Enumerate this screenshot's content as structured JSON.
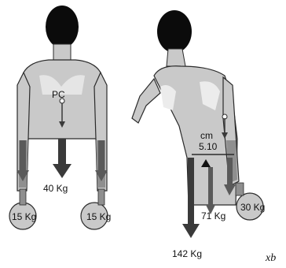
{
  "front_view": {
    "label_pc": "PC",
    "label_center_weight": "40 Kg",
    "label_left_dumbbell": "15 Kg",
    "label_right_dumbbell": "15 Kg"
  },
  "side_view": {
    "label_cm": "cm",
    "label_lever": "5.10",
    "label_body_force": "71 Kg",
    "label_dumbbell": "30 Kg",
    "label_total_force": "142 Kg"
  },
  "signature": "xb",
  "colors": {
    "skin": "#c9c9c9",
    "shade": "#8f8f8f",
    "outline": "#2a2a2a",
    "hair": "#0b0b0b",
    "arrow": "#3a3a3a",
    "highlight": "#ececec"
  }
}
